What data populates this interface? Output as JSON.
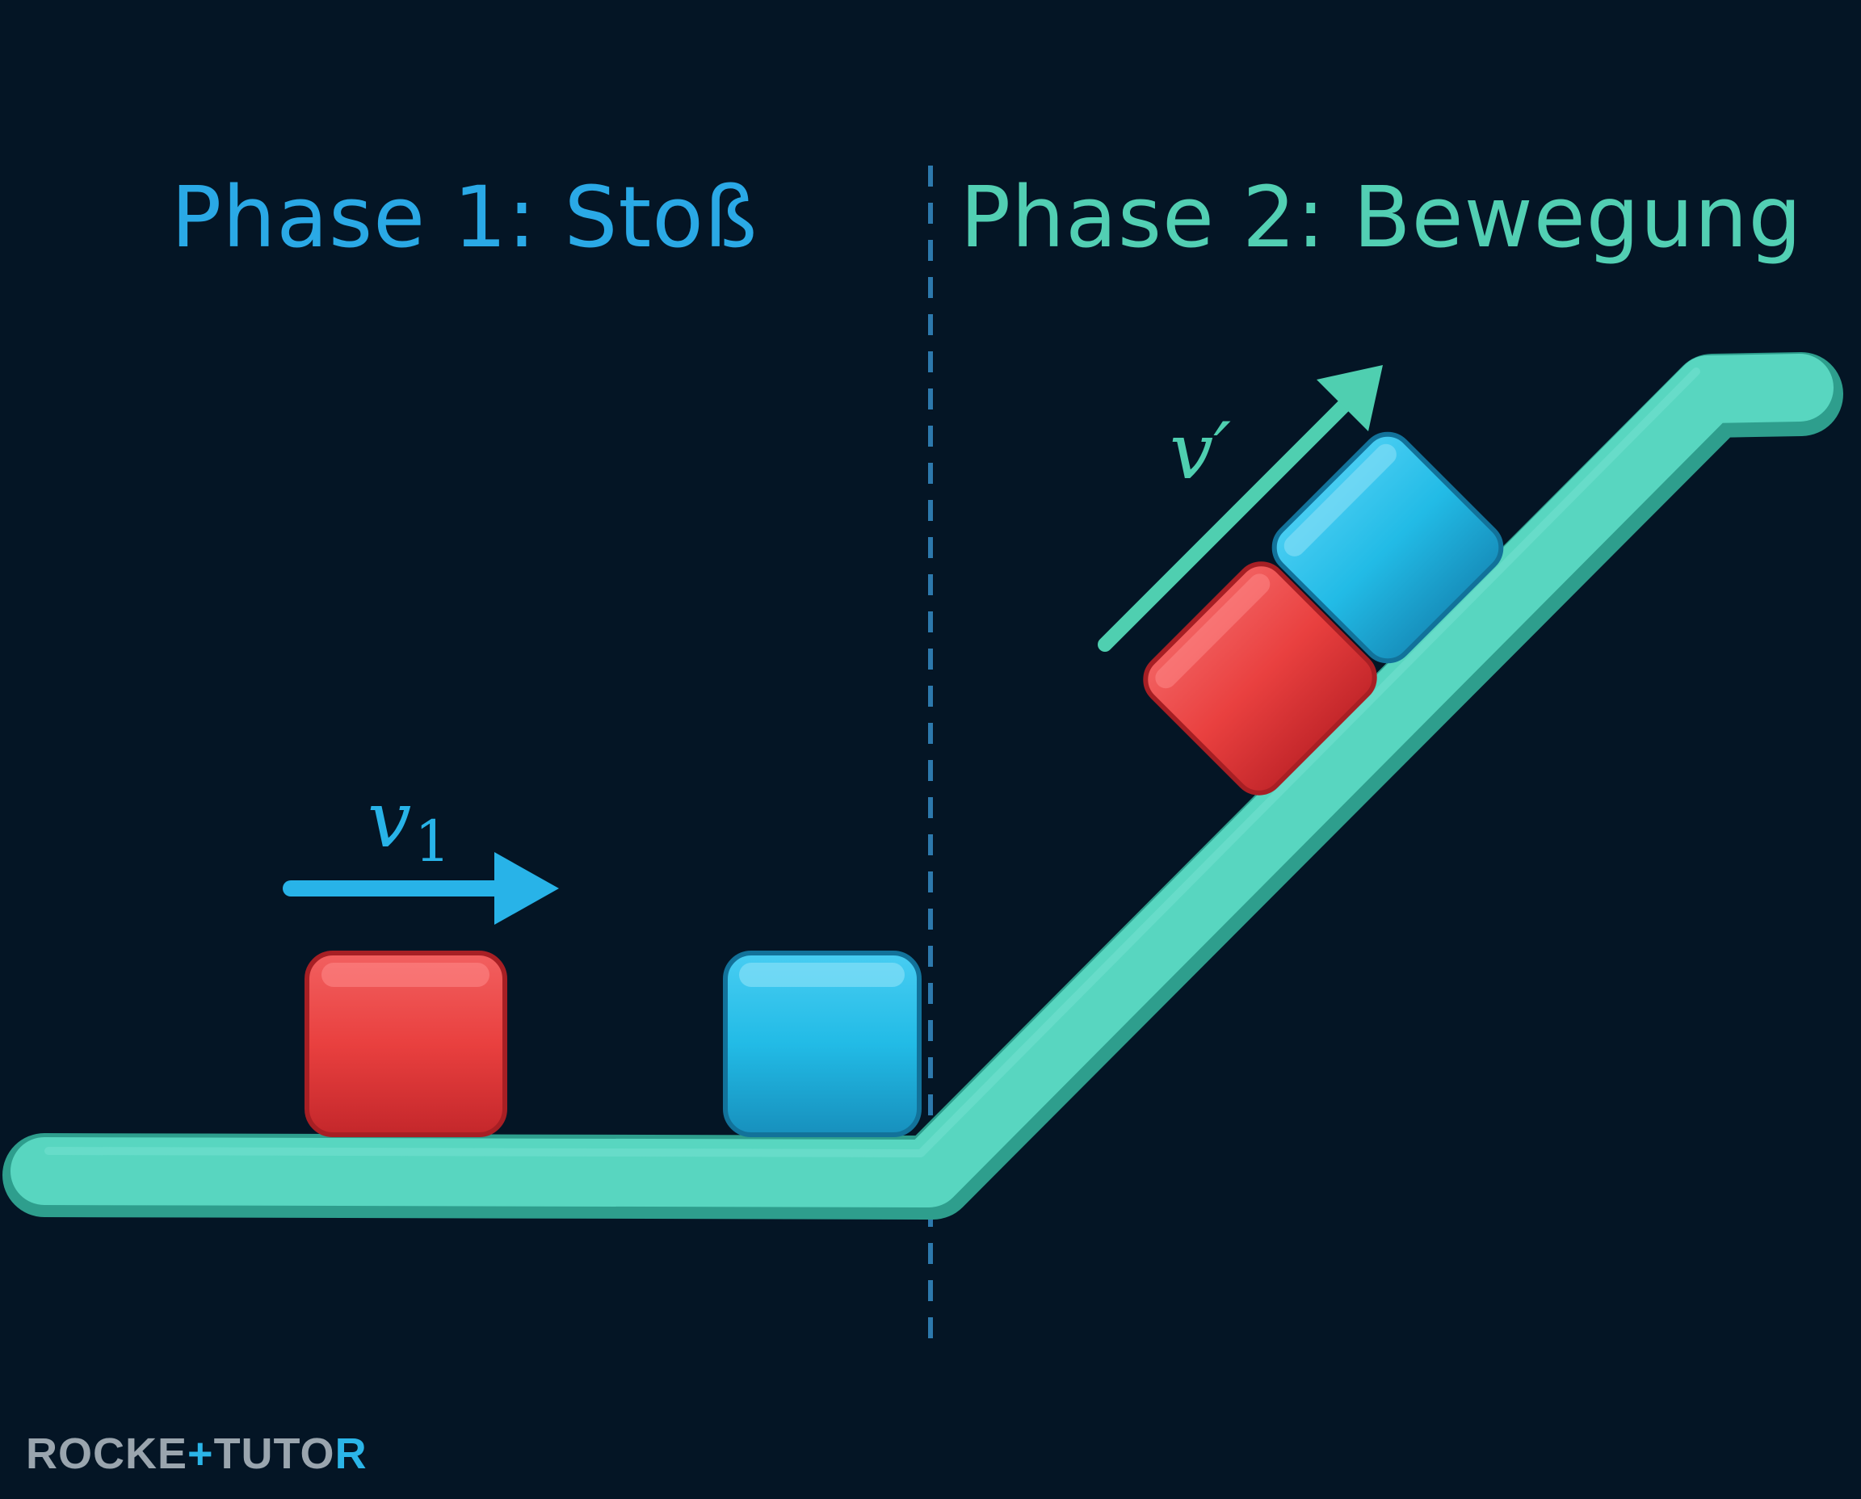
{
  "phase1": {
    "title": "Phase 1: Stoß"
  },
  "phase2": {
    "title": "Phase 2: Bewegung"
  },
  "labels": {
    "v1_main": "v",
    "v1_sub": "1",
    "v_prime": "v′"
  },
  "logo": {
    "part1": "ROCKE",
    "plus": "+",
    "part2": "TUTO",
    "part3": "R"
  },
  "colors": {
    "background": "#041525",
    "track": "#58d6c0",
    "track_edge": "#2e9e8d",
    "block_red": "#e9403f",
    "block_blue": "#22bbe6",
    "phase1_title": "#2aa9e6",
    "phase2_title": "#52cfb3",
    "arrow_v1": "#28b3e8",
    "arrow_vprime": "#4fcfb0",
    "divider": "#2d79ad",
    "logo": "#9aa5ae",
    "logo_accent": "#2bb5e8"
  },
  "icons": {
    "divider": "dashed-divider-line",
    "track": "horizontal-to-incline-track",
    "arrows": "velocity-arrow"
  }
}
